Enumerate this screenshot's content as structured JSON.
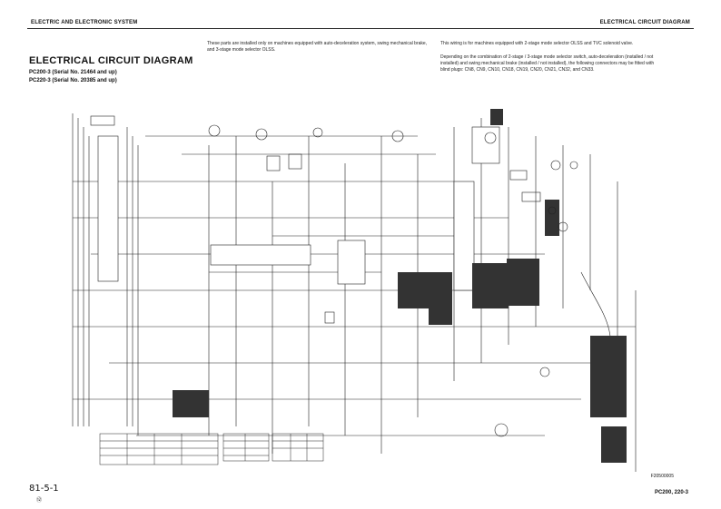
{
  "header": {
    "left": "ELECTRIC AND ELECTRONIC SYSTEM",
    "right": "ELECTRICAL CIRCUIT DIAGRAM"
  },
  "title": "ELECTRICAL CIRCUIT DIAGRAM",
  "serials": [
    "PC200-3 (Serial No. 21464 and up)",
    "PC220-3 (Serial No. 20385 and up)"
  ],
  "notes": {
    "note1": "These parts are installed only on machines equipped with auto-deceleration system, swing mechanical brake, and 3-stage mode selector OLSS.",
    "note2": "This wiring is for machines equipped with 2-stage mode selector OLSS and TVC solenoid valve.",
    "note3": "Depending on the combination of 2-stage / 3-stage mode selector switch, auto-deceleration (installed / not installed) and swing mechanical brake (installed / not installed), the following connectors may be fitted with blind plugs: CN8, CN9, CN10, CN18, CN19, CN20, CN21, CN32, and CN33."
  },
  "figure_code": "F20500005",
  "page_number": "81-5-1",
  "page_sub": "⑫",
  "footer_model": "PC200, 220-3"
}
